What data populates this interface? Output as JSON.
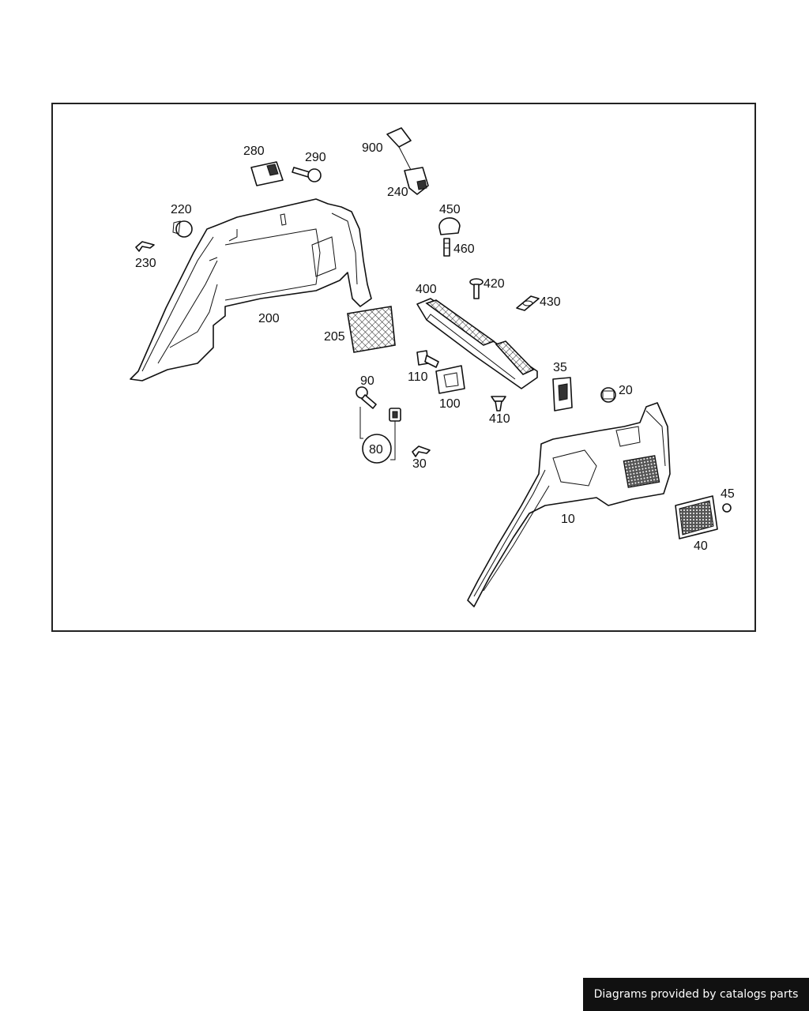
{
  "diagram": {
    "callouts": [
      "900",
      "280",
      "290",
      "240",
      "220",
      "450",
      "230",
      "460",
      "420",
      "400",
      "430",
      "200",
      "205",
      "110",
      "35",
      "90",
      "20",
      "100",
      "410",
      "80",
      "30",
      "45",
      "10",
      "40"
    ]
  },
  "footer": {
    "text": "Diagrams provided by catalogs parts"
  }
}
